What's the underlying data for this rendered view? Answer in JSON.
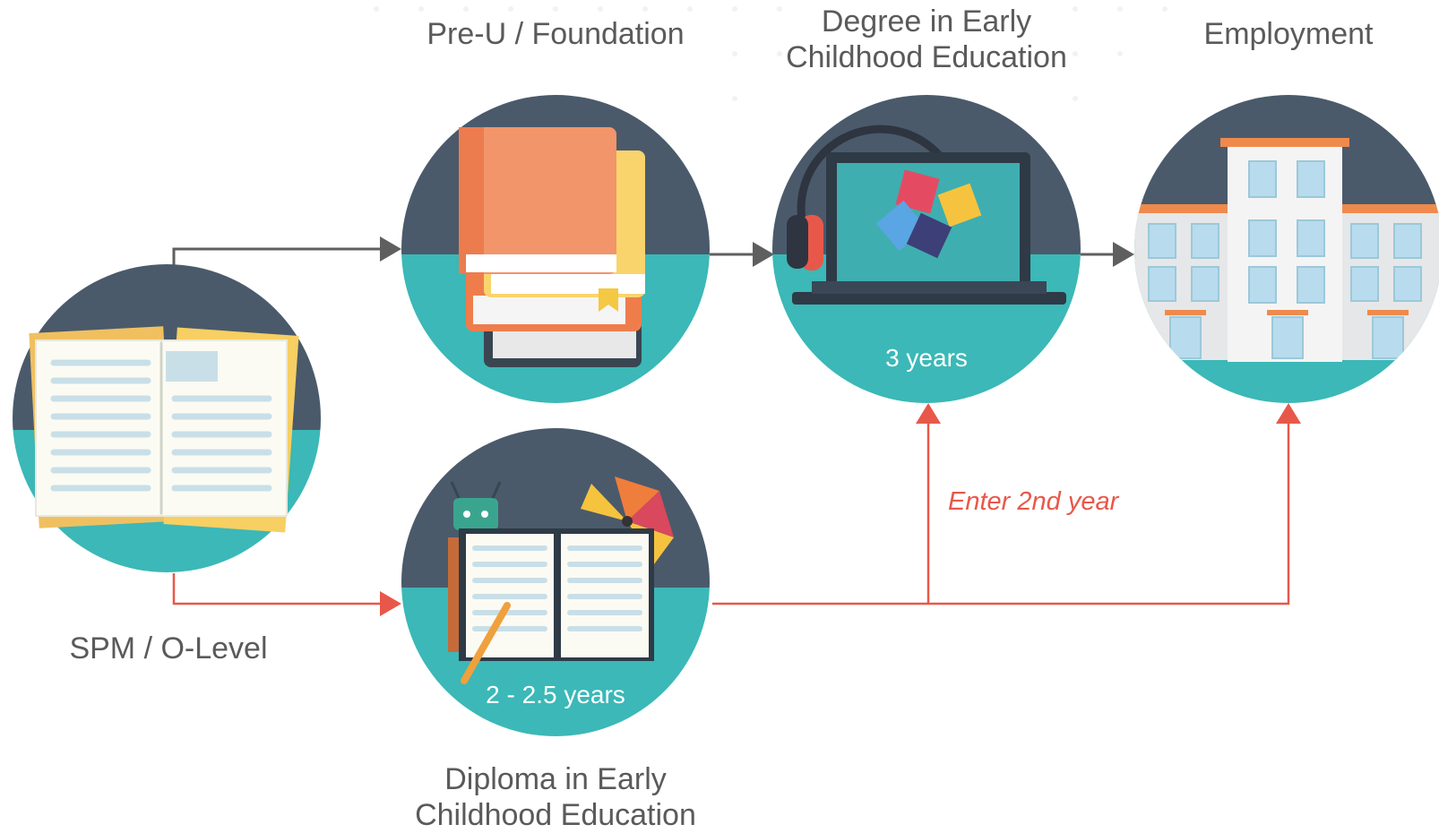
{
  "stages": {
    "spm": {
      "label": "SPM / O-Level"
    },
    "preu": {
      "label": "Pre-U / Foundation"
    },
    "degree": {
      "label_line1": "Degree in Early",
      "label_line2": "Childhood Education",
      "duration": "3 years"
    },
    "employment": {
      "label": "Employment"
    },
    "diploma": {
      "label_line1": "Diploma in Early",
      "label_line2": "Childhood Education",
      "duration": "2 - 2.5 years"
    }
  },
  "annotations": {
    "enter_2nd_year": "Enter 2nd year"
  },
  "colors": {
    "dark": "#4a5a6b",
    "teal": "#3bb8b7",
    "grey_arrow": "#5f5f5f",
    "red_arrow": "#e8584a",
    "label": "#5a5a5a"
  },
  "icons": [
    "open-book-icon",
    "book-stack-icon",
    "laptop-puzzle-icon",
    "building-icon",
    "notebook-robot-icon"
  ]
}
